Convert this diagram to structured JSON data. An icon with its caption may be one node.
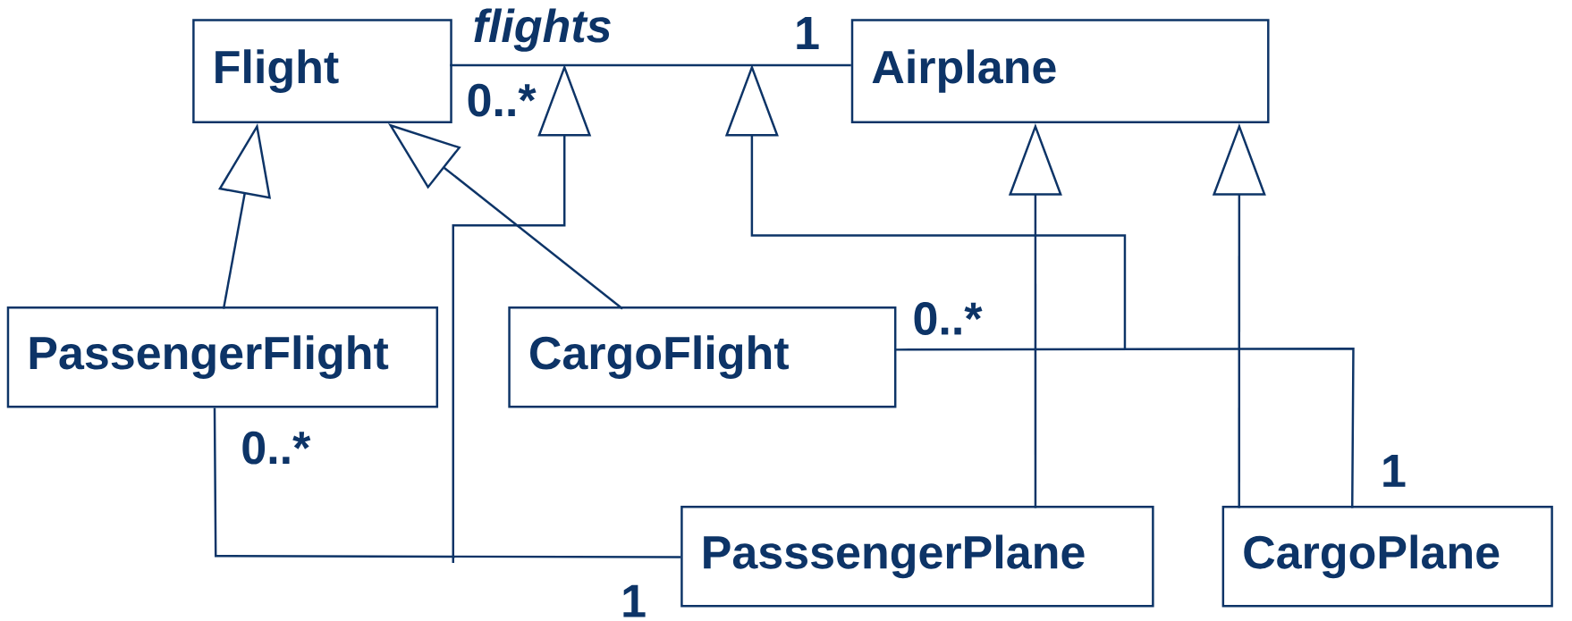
{
  "diagram": {
    "nodes": [
      {
        "text": [
          "Flight"
        ]
      },
      {
        "text": [
          "Airplane"
        ]
      },
      {
        "text": [
          "PassengerFlight"
        ]
      },
      {
        "text": [
          "CargoFlight"
        ]
      },
      {
        "text": [
          "PasssengerPlane"
        ]
      },
      {
        "text": [
          "CargoPlane"
        ]
      }
    ],
    "edges": [
      {
        "from": 0,
        "to": 1,
        "arrow": "none"
      },
      {
        "from": 2,
        "to": 0,
        "arrow": "to"
      },
      {
        "from": 3,
        "to": 0,
        "arrow": "to"
      },
      {
        "from": 4,
        "to": 1,
        "arrow": "to"
      },
      {
        "from": 5,
        "to": 1,
        "arrow": "to"
      },
      {
        "from": 2,
        "to": 4,
        "arrow": "none"
      },
      {
        "from": 3,
        "to": 5,
        "arrow": "none"
      }
    ],
    "labels": [
      "flights",
      "1",
      "0..*",
      "0..*",
      "0..*",
      "1",
      "1"
    ]
  }
}
